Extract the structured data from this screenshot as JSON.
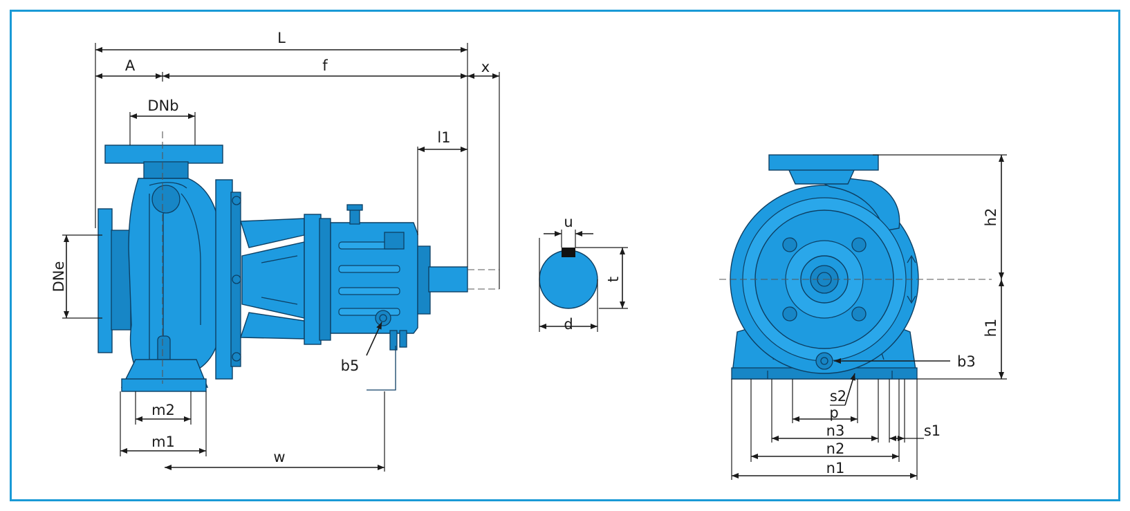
{
  "colors": {
    "frame": "#1a9ad6",
    "pump": "#1e9be0",
    "outline": "#0d3f63",
    "dimension": "#1b1b1b"
  },
  "labels": {
    "L": "L",
    "A": "A",
    "f": "f",
    "x": "x",
    "DNb": "DNb",
    "l1": "l1",
    "DNe": "DNe",
    "b5": "b5",
    "m2": "m2",
    "m1": "m1",
    "w": "w",
    "u": "u",
    "t": "t",
    "d": "d",
    "h2": "h2",
    "h1": "h1",
    "b3": "b3",
    "s2": "s2",
    "p": "p",
    "n3": "n3",
    "s1": "s1",
    "n2": "n2",
    "n1": "n1"
  }
}
